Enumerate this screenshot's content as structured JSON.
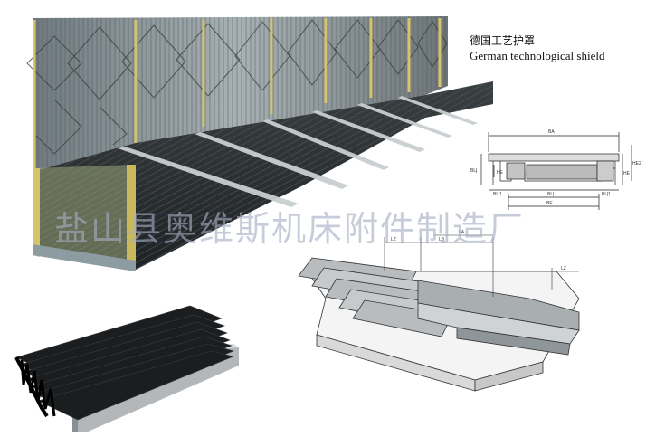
{
  "caption": {
    "chinese": "德国工艺护罩",
    "english": "German technological shield"
  },
  "watermark": "盐山县奥维斯机床附件制造厂",
  "drawing_labels": {
    "top_overall": "BA",
    "left_height": "ВЦ",
    "inner_height": "НЕ",
    "right_height_1": "НЕ",
    "right_height_2": "НЕ2",
    "bottom_left": "ВЦ1",
    "bottom_mid": "ВЦ",
    "bottom_right": "ВЦ1",
    "bottom_overall": "ВЕ",
    "bellows_lz": "LZ",
    "bellows_la": "LA",
    "bellows_lb": "LB",
    "bellows_lz_right": "LZ"
  },
  "colors": {
    "bellows_dark": "#2c2f31",
    "bellows_gray": "#8f969a",
    "frame_yellow": "#d6c36a",
    "plate_steel": "#8c9ca0"
  }
}
